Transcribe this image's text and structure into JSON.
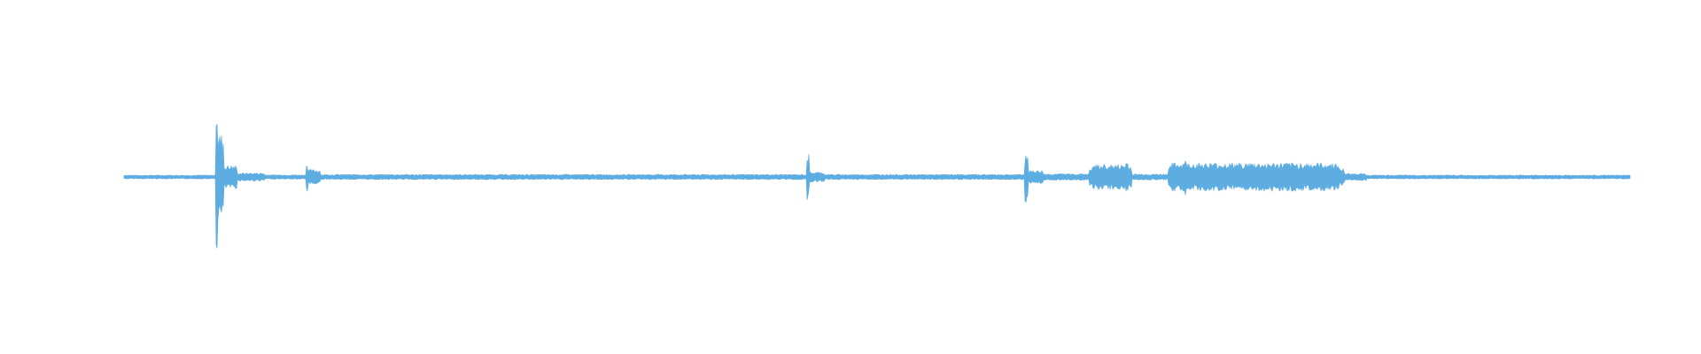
{
  "chart_data": {
    "type": "area",
    "title": "",
    "xlabel": "",
    "ylabel": "",
    "grid": false,
    "legend": "none",
    "color": "#5DADE2",
    "xlim": [
      0,
      1
    ],
    "ylim": [
      -1,
      1
    ],
    "noise_floor": 0.012,
    "segments": [
      {
        "start": 0.0,
        "end": 0.061,
        "amplitude": 0.012
      },
      {
        "start": 0.061,
        "end": 0.062,
        "amplitude": 0.48
      },
      {
        "start": 0.062,
        "end": 0.066,
        "amplitude": 0.26
      },
      {
        "start": 0.066,
        "end": 0.075,
        "amplitude": 0.07
      },
      {
        "start": 0.075,
        "end": 0.093,
        "amplitude": 0.025
      },
      {
        "start": 0.093,
        "end": 0.121,
        "amplitude": 0.014
      },
      {
        "start": 0.121,
        "end": 0.122,
        "amplitude": 0.09
      },
      {
        "start": 0.122,
        "end": 0.13,
        "amplitude": 0.045
      },
      {
        "start": 0.13,
        "end": 0.453,
        "amplitude": 0.016
      },
      {
        "start": 0.453,
        "end": 0.455,
        "amplitude": 0.14
      },
      {
        "start": 0.455,
        "end": 0.465,
        "amplitude": 0.03
      },
      {
        "start": 0.465,
        "end": 0.598,
        "amplitude": 0.016
      },
      {
        "start": 0.598,
        "end": 0.6,
        "amplitude": 0.15
      },
      {
        "start": 0.6,
        "end": 0.61,
        "amplitude": 0.04
      },
      {
        "start": 0.61,
        "end": 0.641,
        "amplitude": 0.02
      },
      {
        "start": 0.641,
        "end": 0.643,
        "amplitude": 0.055
      },
      {
        "start": 0.643,
        "end": 0.665,
        "amplitude": 0.075
      },
      {
        "start": 0.665,
        "end": 0.667,
        "amplitude": 0.095
      },
      {
        "start": 0.667,
        "end": 0.669,
        "amplitude": 0.065
      },
      {
        "start": 0.669,
        "end": 0.693,
        "amplitude": 0.018
      },
      {
        "start": 0.693,
        "end": 0.695,
        "amplitude": 0.07
      },
      {
        "start": 0.695,
        "end": 0.703,
        "amplitude": 0.085
      },
      {
        "start": 0.703,
        "end": 0.705,
        "amplitude": 0.11
      },
      {
        "start": 0.705,
        "end": 0.807,
        "amplitude": 0.085
      },
      {
        "start": 0.807,
        "end": 0.81,
        "amplitude": 0.05
      },
      {
        "start": 0.81,
        "end": 0.825,
        "amplitude": 0.022
      },
      {
        "start": 0.825,
        "end": 1.0,
        "amplitude": 0.012
      }
    ]
  }
}
